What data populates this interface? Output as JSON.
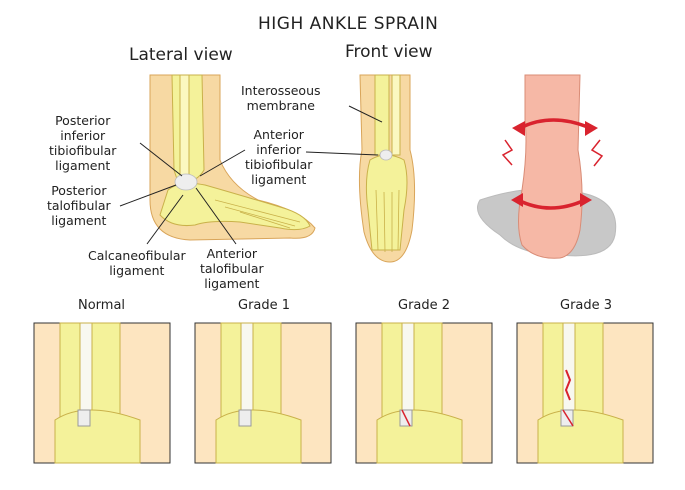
{
  "title": "HIGH ANKLE SPRAIN",
  "views": {
    "lateral": "Lateral view",
    "front": "Front view"
  },
  "labels": {
    "posterior_inferior_tibiofibular": [
      "Posterior",
      "inferior",
      "tibiofibular",
      "ligament"
    ],
    "posterior_talofibular": [
      "Posterior",
      "talofibular",
      "ligament"
    ],
    "calcaneofibular": [
      "Calcaneofibular",
      "ligament"
    ],
    "anterior_talofibular": [
      "Anterior",
      "talofibular",
      "ligament"
    ],
    "interosseous_membrane": [
      "Interosseous",
      "membrane"
    ],
    "anterior_inferior_tibiofibular": [
      "Anterior",
      "inferior",
      "tibiofibular",
      "ligament"
    ]
  },
  "grades": [
    "Normal",
    "Grade 1",
    "Grade 2",
    "Grade 3"
  ],
  "colors": {
    "skin": "#f7d9a3",
    "bone": "#f4f29a",
    "bone_outline": "#c9b14a",
    "red_skin": "#f6b8a6",
    "arrow": "#d9232e",
    "shadow": "#c8c8c8"
  }
}
